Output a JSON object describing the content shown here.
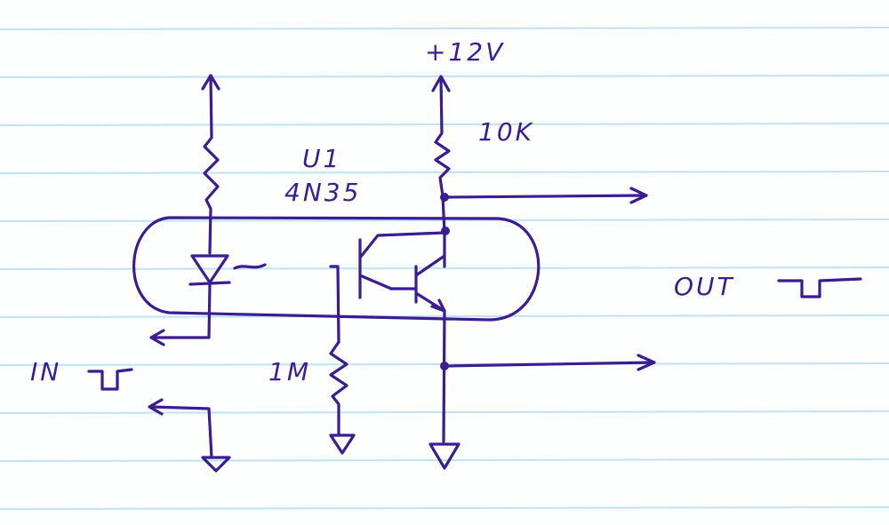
{
  "diagram": {
    "supply_label": "+12V",
    "pullup_resistor_label": "10K",
    "ic_ref": "U1",
    "ic_part": "4N35",
    "base_resistor_label": "1M",
    "input_label": "IN",
    "output_label": "OUT",
    "ink_color": "#3b1c92",
    "rule_color": "#bfe3f0"
  }
}
